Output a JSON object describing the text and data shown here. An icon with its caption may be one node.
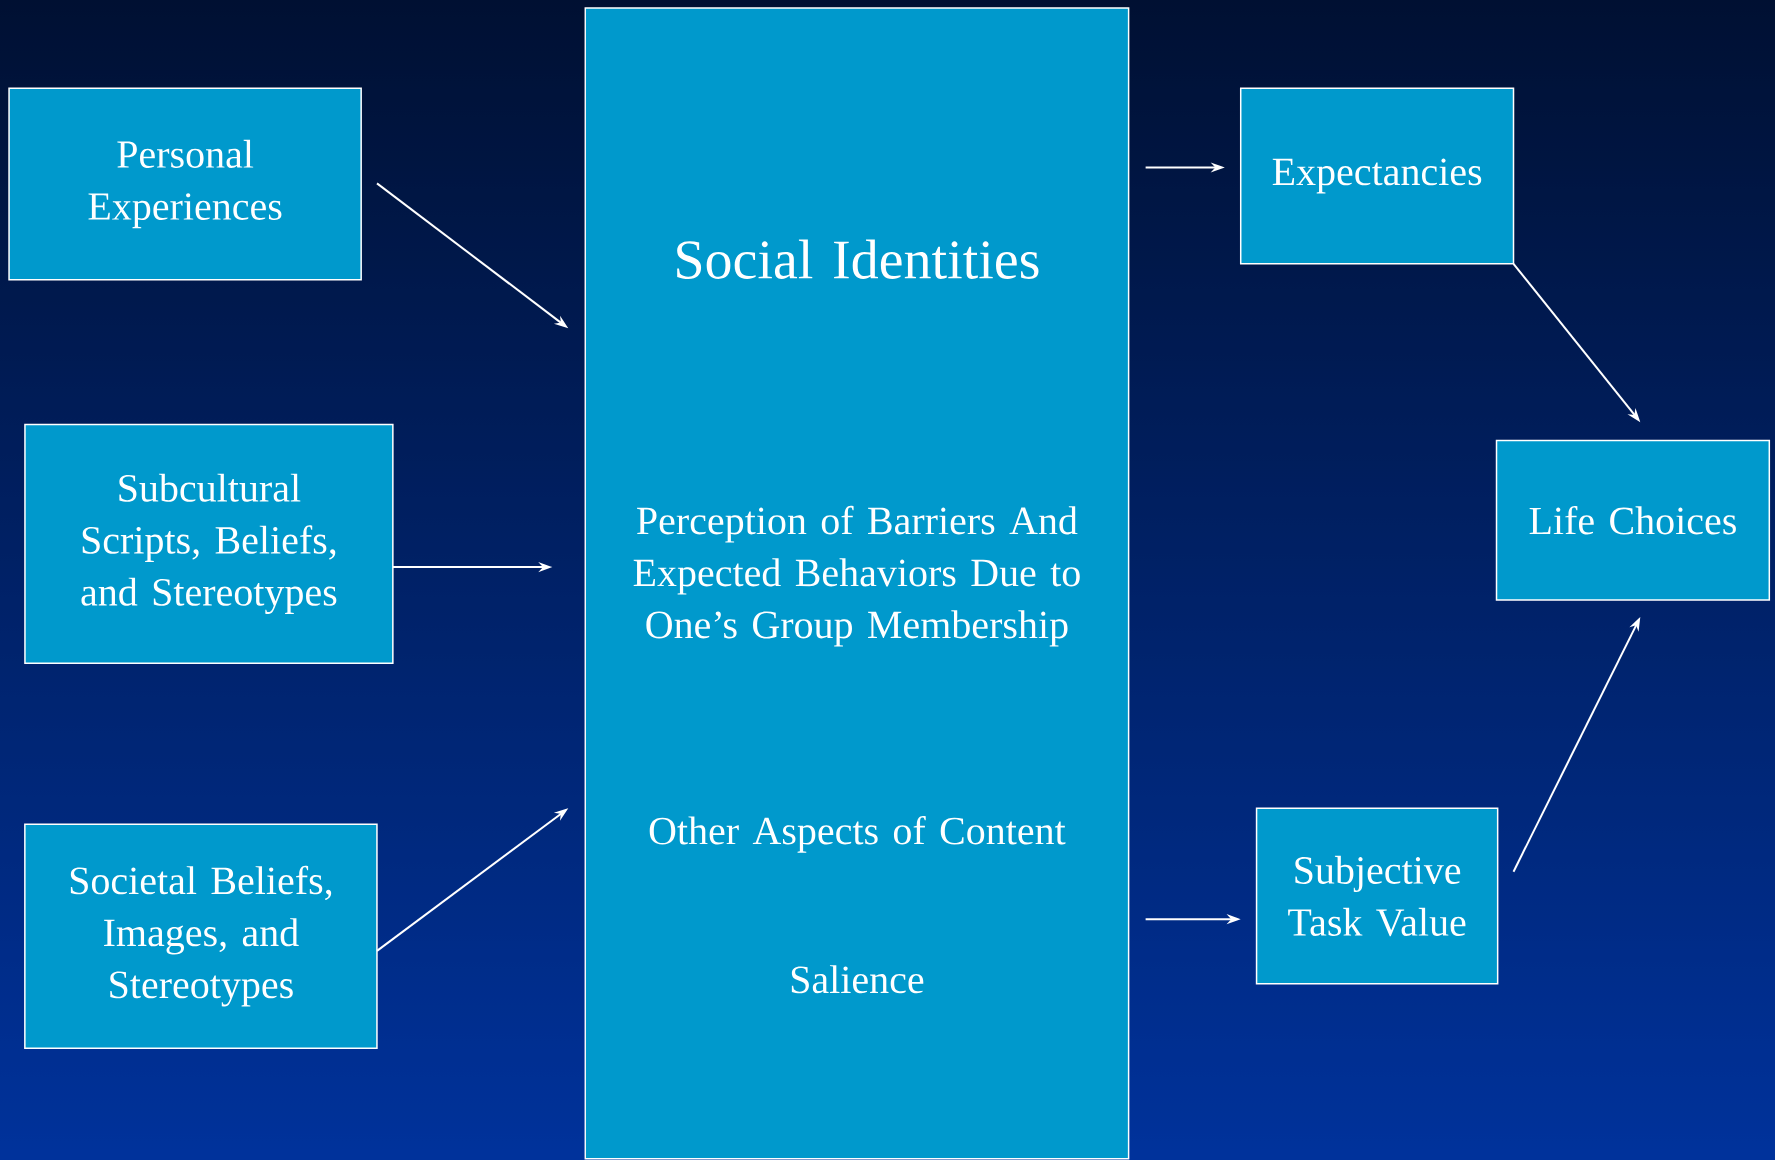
{
  "diagram": {
    "nodes": [
      {
        "text": [
          "Personal Experiences"
        ]
      },
      {
        "text": [
          "Subcultural Scripts, Beliefs, and Stereotypes"
        ]
      },
      {
        "text": [
          "Societal Beliefs, Images, and Stereotypes"
        ]
      },
      {
        "text": [
          "Social Identities",
          "Perception of Barriers And Expected Behaviors Due to One’s Group Membership",
          "Other Aspects of Content",
          "Salience"
        ]
      },
      {
        "text": [
          "Expectancies"
        ]
      },
      {
        "text": [
          "Life Choices"
        ]
      },
      {
        "text": [
          "Subjective Task Value"
        ]
      }
    ],
    "edges": [
      {
        "from": 0,
        "to": 3,
        "arrow": "to"
      },
      {
        "from": 1,
        "to": 3,
        "arrow": "to"
      },
      {
        "from": 2,
        "to": 3,
        "arrow": "to"
      },
      {
        "from": 3,
        "to": 4,
        "arrow": "to"
      },
      {
        "from": 3,
        "to": 6,
        "arrow": "to"
      },
      {
        "from": 4,
        "to": 5,
        "arrow": "to"
      },
      {
        "from": 6,
        "to": 5,
        "arrow": "to"
      }
    ]
  }
}
